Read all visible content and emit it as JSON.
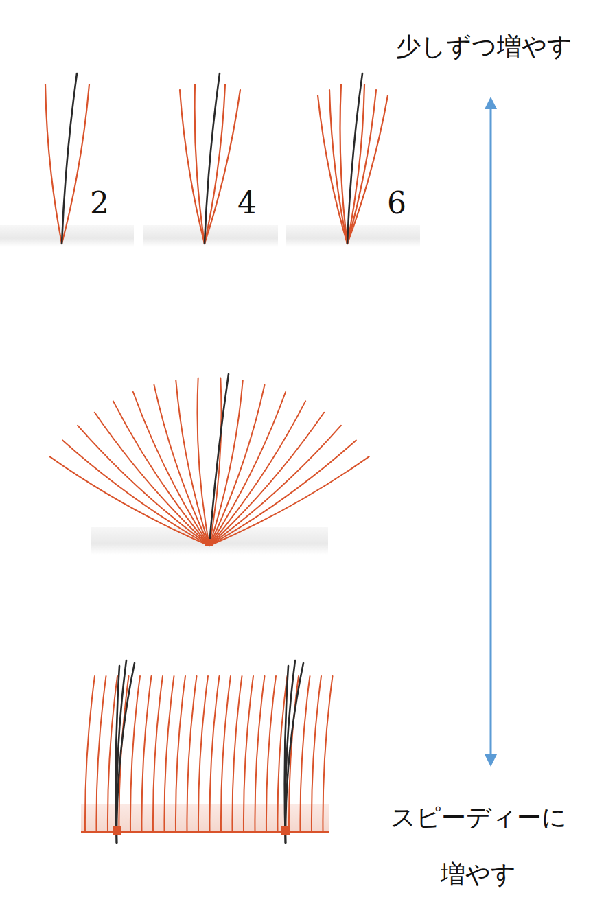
{
  "diagram": {
    "labels": [
      "少しずつ増やす",
      "2",
      "4",
      "6",
      "スピーディーに 増やす"
    ]
  }
}
